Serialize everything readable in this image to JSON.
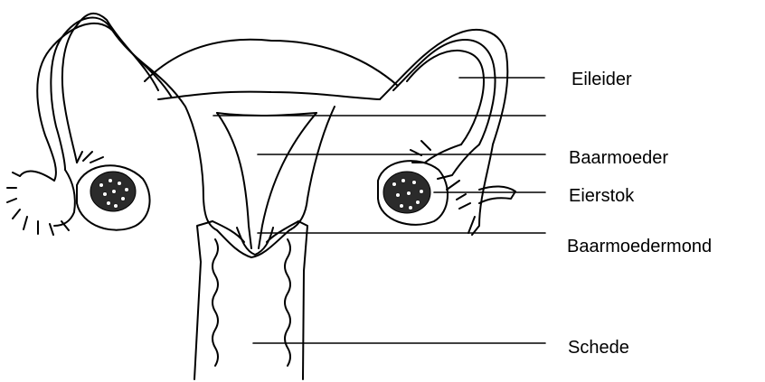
{
  "labels": {
    "eileider": "Eileider",
    "baarmoeder": "Baarmoeder",
    "eierstok": "Eierstok",
    "baarmoedermond": "Baarmoedermond",
    "schede": "Schede"
  },
  "colors": {
    "line": "#000000",
    "background": "#ffffff",
    "ovary_fill": "#2b2b2b"
  }
}
